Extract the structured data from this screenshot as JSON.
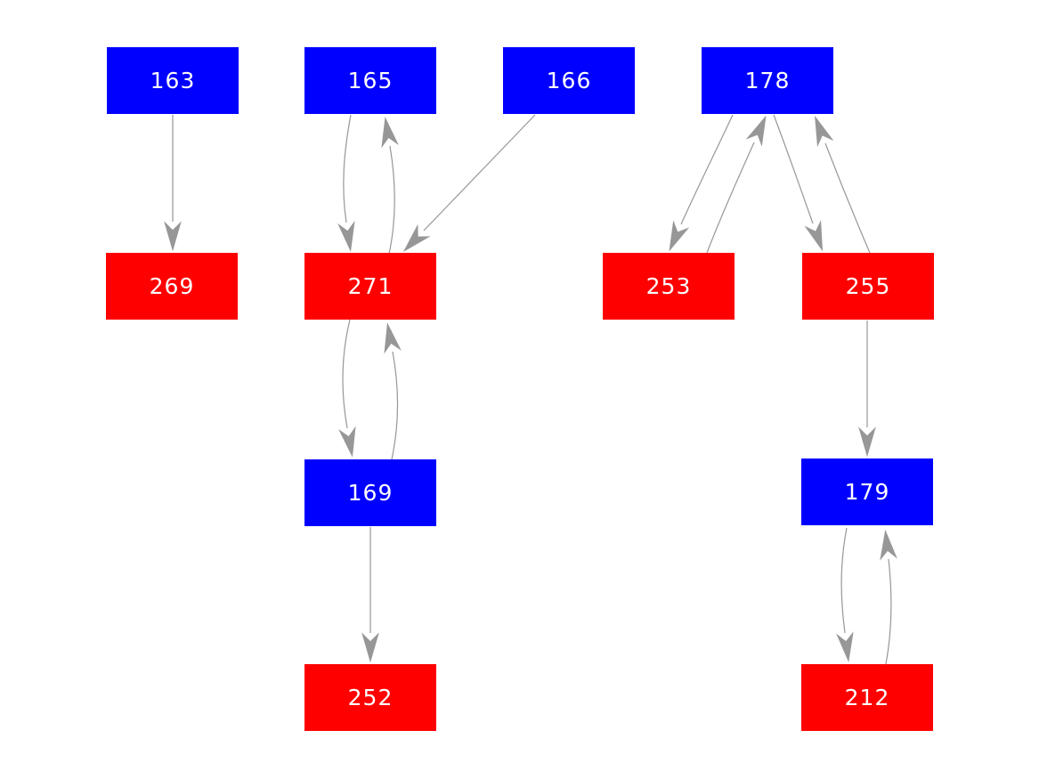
{
  "diagram": {
    "type": "directed-graph",
    "background_color": "#ffffff",
    "edge_color": "#979797",
    "node_text_color": "#ffffff",
    "node_colors": {
      "blue": "#0000ff",
      "red": "#ff0000"
    },
    "nodes": [
      {
        "id": "163",
        "label": "163",
        "color": "blue",
        "row": 1
      },
      {
        "id": "165",
        "label": "165",
        "color": "blue",
        "row": 1
      },
      {
        "id": "166",
        "label": "166",
        "color": "blue",
        "row": 1
      },
      {
        "id": "178",
        "label": "178",
        "color": "blue",
        "row": 1
      },
      {
        "id": "269",
        "label": "269",
        "color": "red",
        "row": 2
      },
      {
        "id": "271",
        "label": "271",
        "color": "red",
        "row": 2
      },
      {
        "id": "253",
        "label": "253",
        "color": "red",
        "row": 2
      },
      {
        "id": "255",
        "label": "255",
        "color": "red",
        "row": 2
      },
      {
        "id": "169",
        "label": "169",
        "color": "blue",
        "row": 3
      },
      {
        "id": "179",
        "label": "179",
        "color": "blue",
        "row": 3
      },
      {
        "id": "252",
        "label": "252",
        "color": "red",
        "row": 4
      },
      {
        "id": "212",
        "label": "212",
        "color": "red",
        "row": 4
      }
    ],
    "edges": [
      {
        "from": "163",
        "to": "269"
      },
      {
        "from": "165",
        "to": "271"
      },
      {
        "from": "271",
        "to": "165"
      },
      {
        "from": "166",
        "to": "271"
      },
      {
        "from": "178",
        "to": "253"
      },
      {
        "from": "253",
        "to": "178"
      },
      {
        "from": "178",
        "to": "255"
      },
      {
        "from": "255",
        "to": "178"
      },
      {
        "from": "271",
        "to": "169"
      },
      {
        "from": "169",
        "to": "271"
      },
      {
        "from": "169",
        "to": "252"
      },
      {
        "from": "255",
        "to": "179"
      },
      {
        "from": "179",
        "to": "212"
      },
      {
        "from": "212",
        "to": "179"
      }
    ]
  }
}
